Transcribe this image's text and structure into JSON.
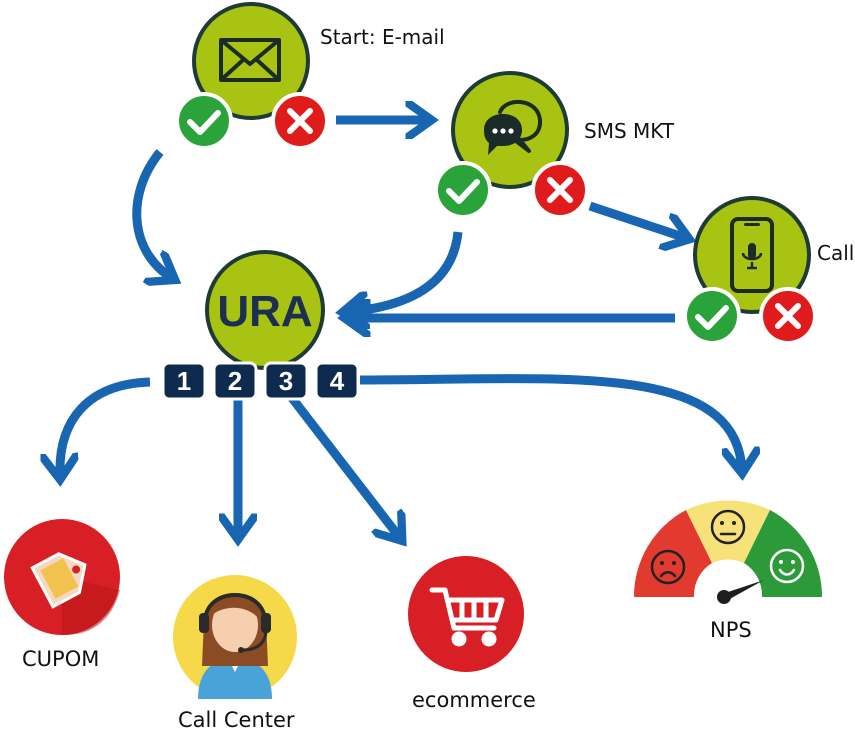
{
  "nodes": {
    "email": {
      "label": "Start: E-mail",
      "icon": "envelope-icon"
    },
    "sms": {
      "label": "SMS MKT",
      "icon": "chat-bubble-icon"
    },
    "call": {
      "label": "Call",
      "icon": "smartphone-microphone-icon"
    },
    "ura": {
      "label": "URA",
      "options": [
        "1",
        "2",
        "3",
        "4"
      ]
    }
  },
  "outcomes": {
    "cupom": {
      "label": "CUPOM",
      "icon": "coupon-tag-icon"
    },
    "call_center": {
      "label": "Call Center",
      "icon": "headset-agent-icon"
    },
    "ecommerce": {
      "label": "ecommerce",
      "icon": "shopping-cart-icon"
    },
    "nps": {
      "label": "NPS",
      "icon": "satisfaction-gauge-icon"
    }
  },
  "colors": {
    "node_fill": "#a8c312",
    "node_border": "#1f3b35",
    "arrow": "#1865b2",
    "check": "#2aa33a",
    "cross": "#e01b1b",
    "badge": "#0e2a4f",
    "red_circle": "#d81f25",
    "yellow_circle": "#f6d949",
    "gauge_red": "#e23a2f",
    "gauge_yellow": "#f7e27a",
    "gauge_green": "#2d9a3a"
  }
}
